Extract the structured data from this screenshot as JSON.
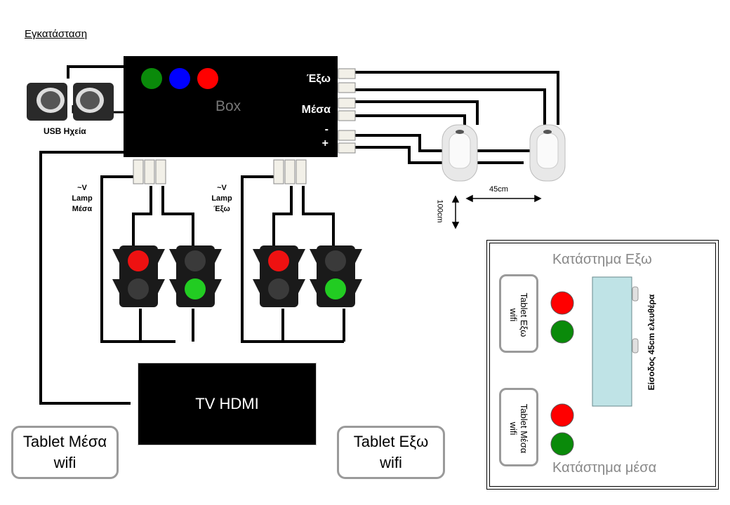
{
  "title": "Εγκατάσταση",
  "box": {
    "label": "Box",
    "port_out": "Έξω",
    "port_in": "Μέσα",
    "port_minus": "-",
    "port_plus": "+"
  },
  "speakers_label": "USB Ηχεία",
  "lamp_in": {
    "line1": "~V",
    "line2": "Lamp",
    "line3": "Μέσα"
  },
  "lamp_out": {
    "line1": "~V",
    "line2": "Lamp",
    "line3": "Έξω"
  },
  "tv_label": "TV HDMI",
  "tablet_in": {
    "line1": "Tablet Μέσα",
    "line2": "wifi"
  },
  "tablet_out": {
    "line1": "Tablet Εξω",
    "line2": "wifi"
  },
  "dim_width": "45cm",
  "dim_height": "100cm",
  "store": {
    "title_out": "Κατάστημα Εξω",
    "title_in": "Κατάστημα μέσα",
    "entrance": "Είσοδος 45cm ελευθέρα",
    "mini_tablet_out": {
      "line1": "Tablet Εξω",
      "line2": "wifi"
    },
    "mini_tablet_in": {
      "line1": "Tablet Μέσα",
      "line2": "wifi"
    }
  },
  "colors": {
    "green": "#0a8a0a",
    "blue": "#0000ff",
    "red": "#ff0000",
    "entrance_fill": "#bfe3e6"
  }
}
